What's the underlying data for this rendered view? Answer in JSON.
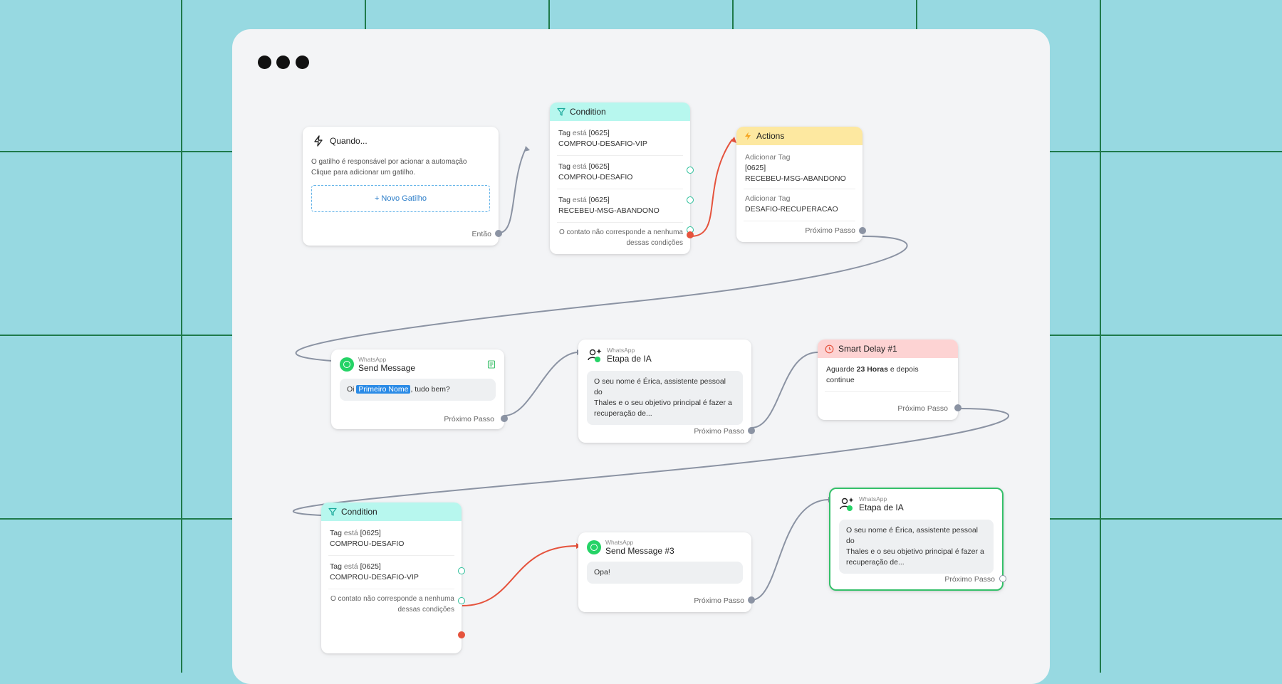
{
  "trigger": {
    "title": "Quando...",
    "description_1": "O gatilho é responsável por acionar a automação",
    "description_2": "Clique para adicionar um gatilho.",
    "button": "+ Novo Gatilho",
    "footer": "Então"
  },
  "condition1": {
    "title": "Condition",
    "rows": [
      {
        "prefix": "Tag",
        "op": "está",
        "code": "[0625]",
        "value": "COMPROU-DESAFIO-VIP"
      },
      {
        "prefix": "Tag",
        "op": "está",
        "code": "[0625]",
        "value": "COMPROU-DESAFIO"
      },
      {
        "prefix": "Tag",
        "op": "está",
        "code": "[0625]",
        "value": "RECEBEU-MSG-ABANDONO"
      }
    ],
    "else_1": "O contato não corresponde a nenhuma",
    "else_2": "dessas condições"
  },
  "actions": {
    "title": "Actions",
    "items": [
      {
        "label": "Adicionar Tag",
        "value_1": "[0625]",
        "value_2": "RECEBEU-MSG-ABANDONO"
      },
      {
        "label": "Adicionar Tag",
        "value_1": "DESAFIO-RECUPERACAO",
        "value_2": ""
      }
    ],
    "footer": "Próximo Passo"
  },
  "send_message": {
    "channel": "WhatsApp",
    "title": "Send Message",
    "msg_before": "Oi ",
    "msg_chip": "Primeiro Nome",
    "msg_after": ", tudo bem?",
    "footer": "Próximo Passo"
  },
  "ai_step1": {
    "channel": "WhatsApp",
    "title": "Etapa de IA",
    "text_1": "O seu nome é Érica, assistente pessoal do",
    "text_2": "Thales e o seu objetivo principal é fazer a",
    "text_3": "recuperação de...",
    "footer": "Próximo Passo"
  },
  "delay": {
    "title": "Smart Delay #1",
    "text_pre": "Aguarde ",
    "text_bold": "23 Horas",
    "text_post": " e depois",
    "text_2": "continue",
    "footer": "Próximo Passo"
  },
  "condition2": {
    "title": "Condition",
    "rows": [
      {
        "prefix": "Tag",
        "op": "está",
        "code": "[0625]",
        "value": "COMPROU-DESAFIO"
      },
      {
        "prefix": "Tag",
        "op": "está",
        "code": "[0625]",
        "value": "COMPROU-DESAFIO-VIP"
      }
    ],
    "else_1": "O contato não corresponde a nenhuma",
    "else_2": "dessas condições"
  },
  "send_message3": {
    "channel": "WhatsApp",
    "title": "Send Message #3",
    "message": "Opa!",
    "footer": "Próximo Passo"
  },
  "ai_step2": {
    "channel": "WhatsApp",
    "title": "Etapa de IA",
    "text_1": "O seu nome é Érica, assistente pessoal do",
    "text_2": "Thales e o seu objetivo principal é fazer a",
    "text_3": "recuperação de...",
    "footer": "Próximo Passo"
  },
  "icons": {
    "trigger": "lightning-icon",
    "condition": "filter-icon",
    "actions": "lightning-icon",
    "whatsapp": "whatsapp-icon",
    "ai": "ai-agent-icon",
    "delay": "clock-icon",
    "note": "note-icon"
  },
  "colors": {
    "background": "#97d9e1",
    "grid": "#1f7a4a",
    "canvas": "#f3f4f6",
    "condition_header": "#b7f7ee",
    "actions_header": "#fde8a0",
    "delay_header": "#fdd3d3",
    "edge": "#8b93a3",
    "edge_else": "#e5533d",
    "selected_border": "#35c06a",
    "whatsapp": "#25d366"
  }
}
